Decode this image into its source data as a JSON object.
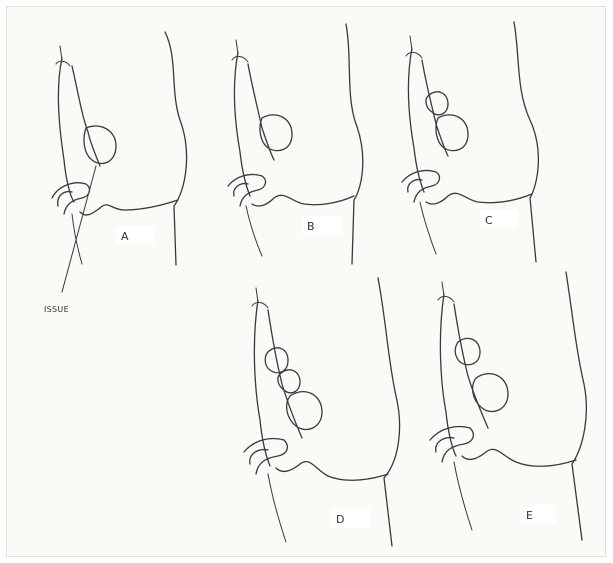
{
  "diagram": {
    "panels": [
      {
        "id": "A",
        "label": "A"
      },
      {
        "id": "B",
        "label": "B"
      },
      {
        "id": "C",
        "label": "C"
      },
      {
        "id": "D",
        "label": "D"
      },
      {
        "id": "E",
        "label": "E"
      }
    ],
    "callout": {
      "label": "ISSUE"
    }
  }
}
